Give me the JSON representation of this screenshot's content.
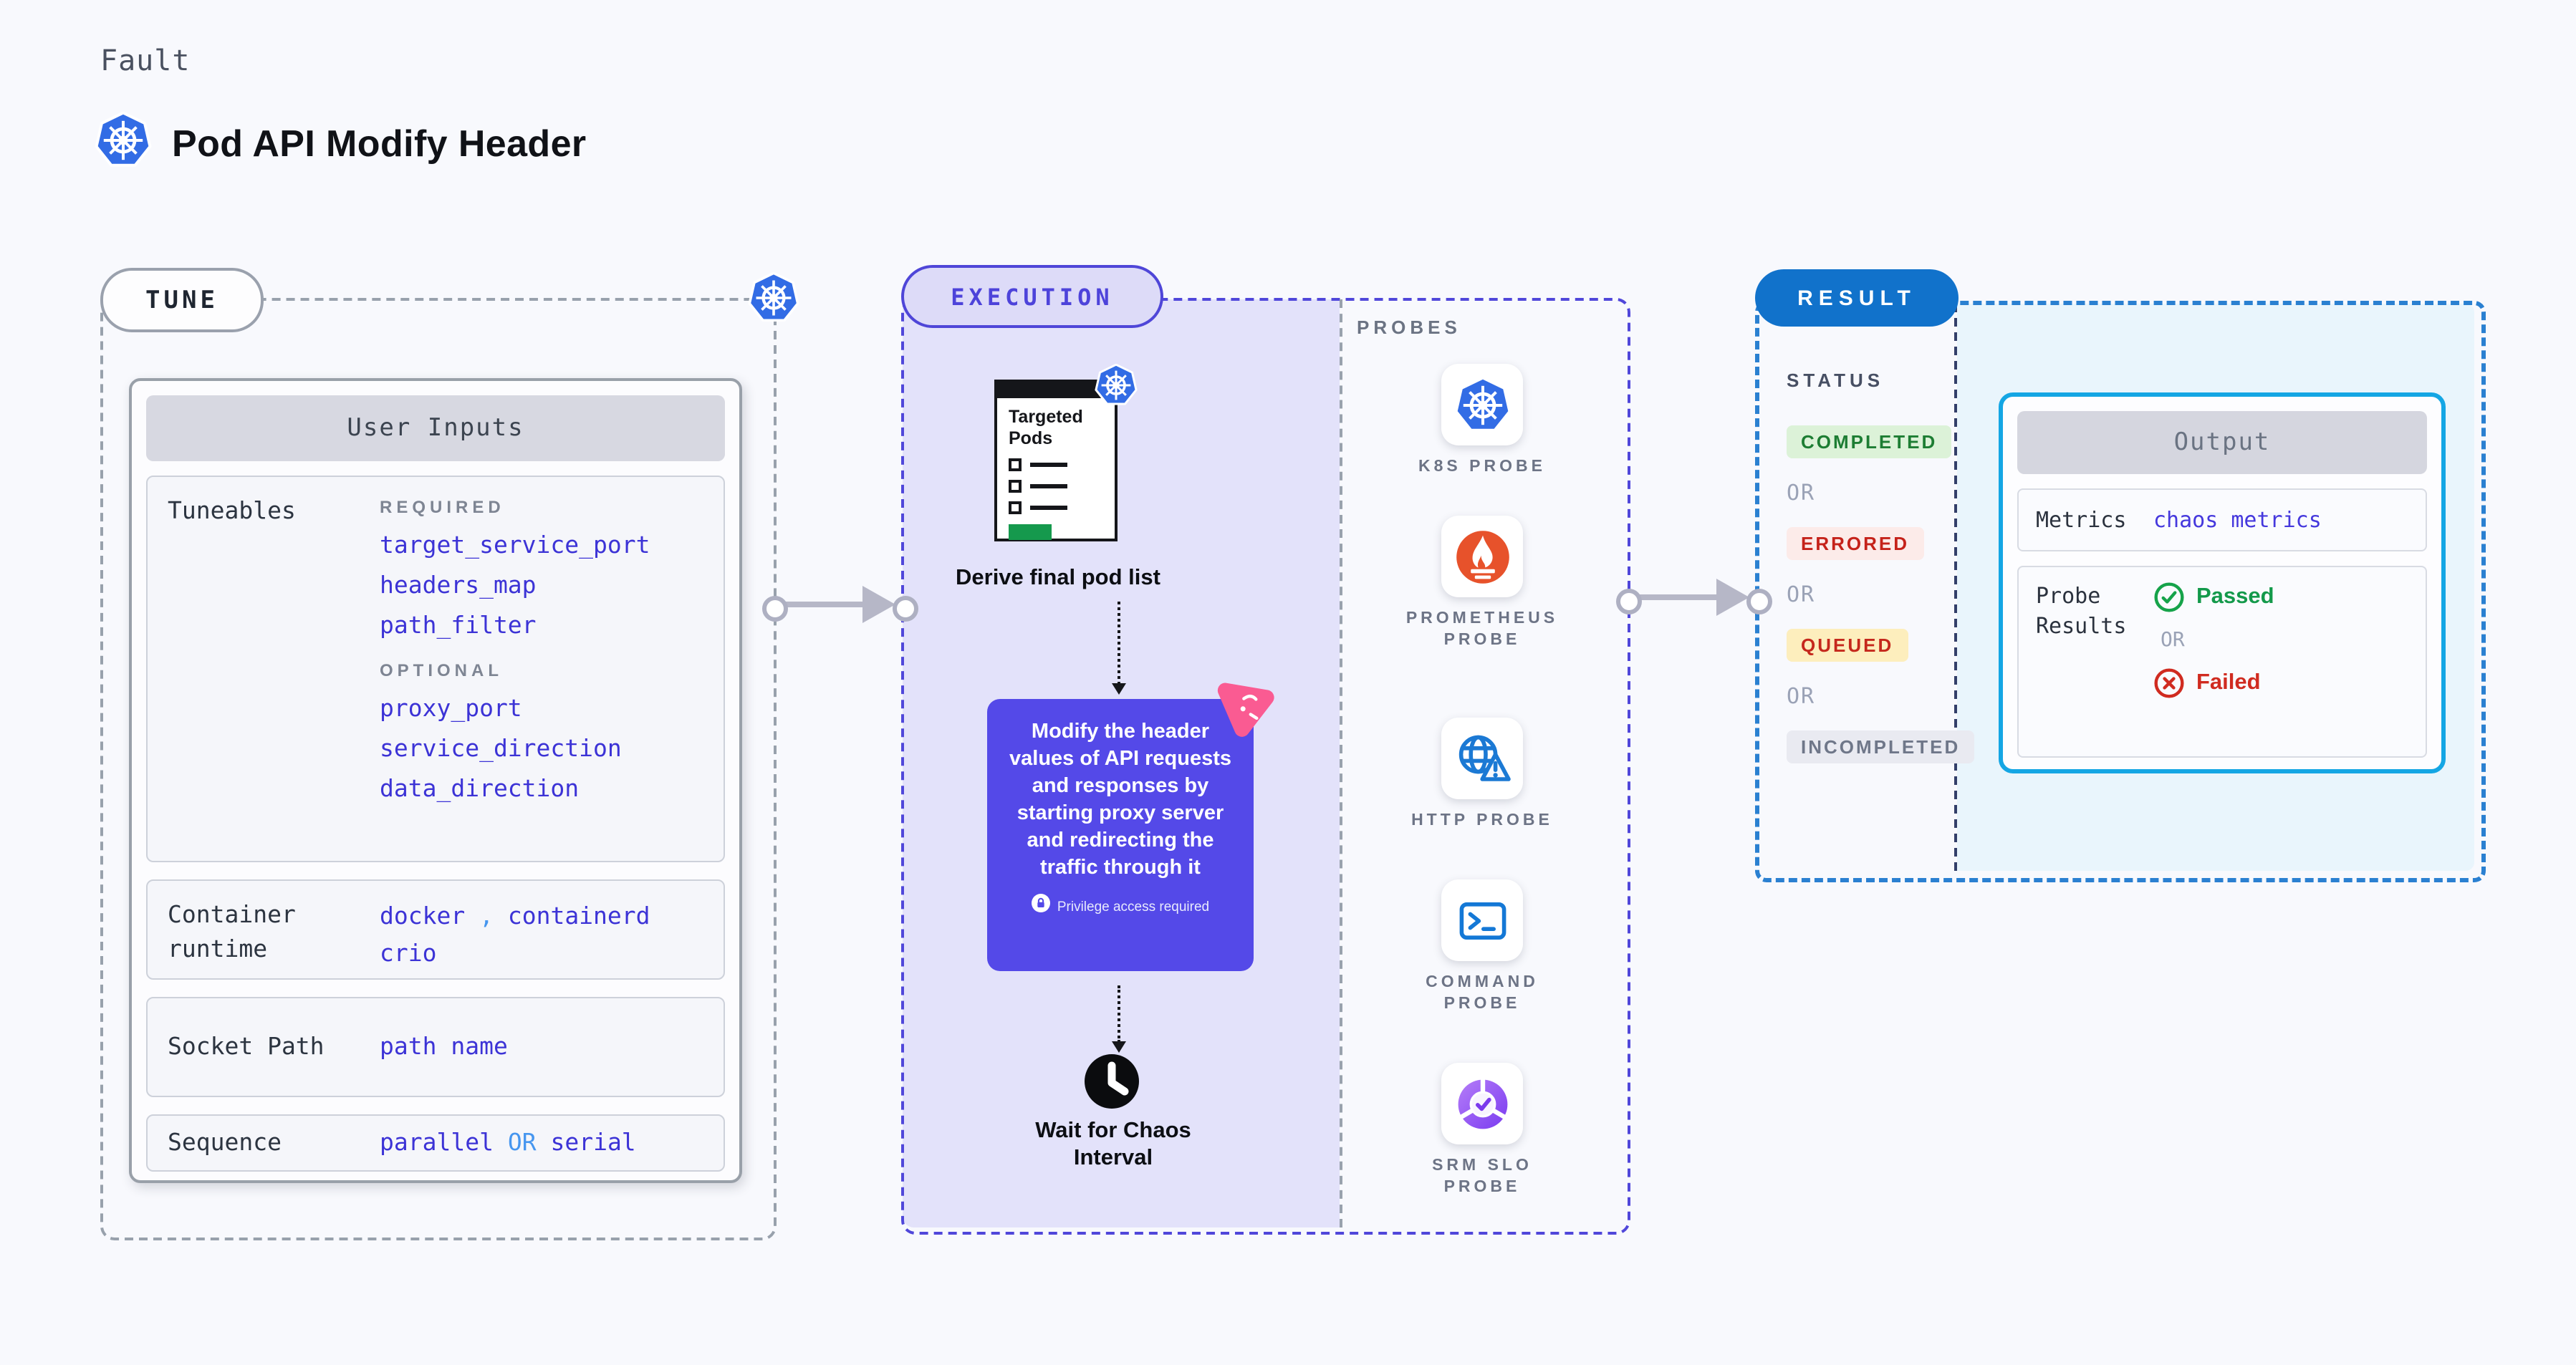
{
  "page": {
    "fault_label": "Fault",
    "title": "Pod API Modify Header"
  },
  "tune": {
    "badge": "TUNE",
    "card_title": "User Inputs",
    "tuneables": {
      "label": "Tuneables",
      "required_label": "REQUIRED",
      "optional_label": "OPTIONAL",
      "required": [
        "target_service_port",
        "headers_map",
        "path_filter"
      ],
      "optional": [
        "proxy_port",
        "service_direction",
        "data_direction"
      ]
    },
    "runtime": {
      "label": "Container runtime",
      "value1": "docker",
      "separator": ",",
      "value2": "containerd",
      "value3": "crio"
    },
    "socket": {
      "label": "Socket Path",
      "value": "path name"
    },
    "sequence": {
      "label": "Sequence",
      "value1": "parallel",
      "or": "OR",
      "value2": "serial"
    }
  },
  "execution": {
    "badge": "EXECUTION",
    "targeted_pods_title": "Targeted Pods",
    "derive_label": "Derive final pod list",
    "action_text": "Modify the header values of API requests and responses by starting proxy server and redirecting the traffic through it",
    "privilege_note": "Privilege access required",
    "wait_label": "Wait for Chaos Interval"
  },
  "probes": {
    "label": "PROBES",
    "items": [
      {
        "label": "K8S PROBE",
        "icon": "kubernetes-icon"
      },
      {
        "label": "PROMETHEUS PROBE",
        "icon": "prometheus-icon"
      },
      {
        "label": "HTTP PROBE",
        "icon": "globe-warning-icon"
      },
      {
        "label": "COMMAND PROBE",
        "icon": "terminal-icon"
      },
      {
        "label": "SRM SLO PROBE",
        "icon": "slo-pie-check-icon"
      }
    ]
  },
  "result": {
    "badge": "RESULT",
    "status_label": "STATUS",
    "or": "OR",
    "statuses": [
      {
        "label": "COMPLETED",
        "tone": "green"
      },
      {
        "label": "ERRORED",
        "tone": "red"
      },
      {
        "label": "QUEUED",
        "tone": "yellow"
      },
      {
        "label": "INCOMPLETED",
        "tone": "gray"
      }
    ],
    "output": {
      "title": "Output",
      "metrics_label": "Metrics",
      "metrics_value": "chaos metrics",
      "probe_results_label": "Probe Results",
      "passed": "Passed",
      "or": "OR",
      "failed": "Failed"
    }
  },
  "colors": {
    "accent_indigo": "#5449e8",
    "value_indigo": "#3c33d6",
    "value_light_blue": "#4696ef",
    "execution_fill": "#e3e2fa",
    "result_blue": "#1172cb",
    "output_border_cyan": "#14a6e4",
    "result_fill_cyan": "#e9f5fc",
    "passed_green": "#13994a",
    "failed_red": "#d02b20",
    "kubernetes_blue": "#326ce5",
    "prometheus_orange": "#e7522b",
    "chaos_pink": "#fa5b92"
  }
}
